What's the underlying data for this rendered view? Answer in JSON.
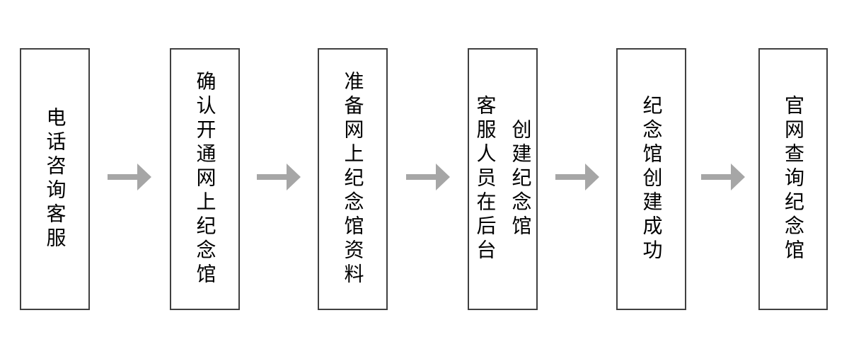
{
  "diagram": {
    "type": "flowchart",
    "direction": "left-to-right",
    "steps": [
      {
        "label": "电话咨询客服"
      },
      {
        "label": "确认开通网上纪念馆"
      },
      {
        "label": "准备网上纪念馆资料"
      },
      {
        "label": "客服人员在后台\n创建纪念馆"
      },
      {
        "label": "纪念馆创建成功"
      },
      {
        "label": "官网查询纪念馆"
      }
    ],
    "connector_icon": "arrow-right-icon"
  },
  "colors": {
    "background": "#ffffff",
    "box_fill": "#ffffff",
    "box_border": "#404040",
    "text": "#000000",
    "arrow": "#a6a6a6"
  }
}
